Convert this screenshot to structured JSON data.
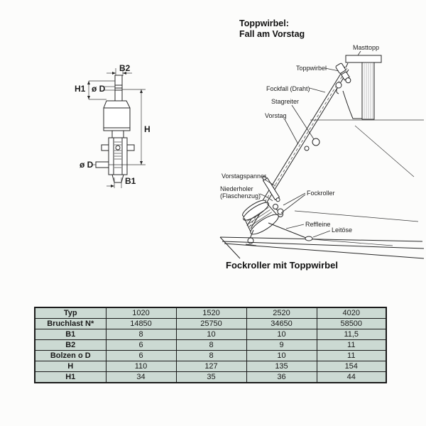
{
  "left_drawing": {
    "labels": {
      "b2": "B2",
      "h1": "H1",
      "d_top": "ø D",
      "h": "H",
      "d_bottom": "ø D",
      "b1": "B1"
    }
  },
  "right_diagram": {
    "title_line1": "Toppwirbel:",
    "title_line2": "Fall am Vorstag",
    "caption": "Fockroller mit Toppwirbel",
    "labels": {
      "masttopp": "Masttopp",
      "toppwirbel": "Toppwirbel",
      "fockfall": "Fockfall (Draht)",
      "stagreiter": "Stagreiter",
      "vorstag": "Vorstag",
      "vorstagspanner": "Vorstagspanner",
      "niederholer_line1": "Niederholer",
      "niederholer_line2": "(Flaschenzug)",
      "fockroller": "Fockroller",
      "reffleine": "Reffleine",
      "leitoese": "Leitöse"
    }
  },
  "table": {
    "colors": {
      "cell_bg": "#ccdad3",
      "border": "#1a1a1a"
    },
    "rows": [
      {
        "label": "Typ",
        "values": [
          "1020",
          "1520",
          "2520",
          "4020"
        ]
      },
      {
        "label": "Bruchlast N*",
        "values": [
          "14850",
          "25750",
          "34650",
          "58500"
        ]
      },
      {
        "label": "B1",
        "values": [
          "8",
          "10",
          "10",
          "11,5"
        ]
      },
      {
        "label": "B2",
        "values": [
          "6",
          "8",
          "9",
          "11"
        ]
      },
      {
        "label": "Bolzen o D",
        "values": [
          "6",
          "8",
          "10",
          "11"
        ]
      },
      {
        "label": "H",
        "values": [
          "110",
          "127",
          "135",
          "154"
        ]
      },
      {
        "label": "H1",
        "values": [
          "34",
          "35",
          "36",
          "44"
        ]
      }
    ]
  }
}
